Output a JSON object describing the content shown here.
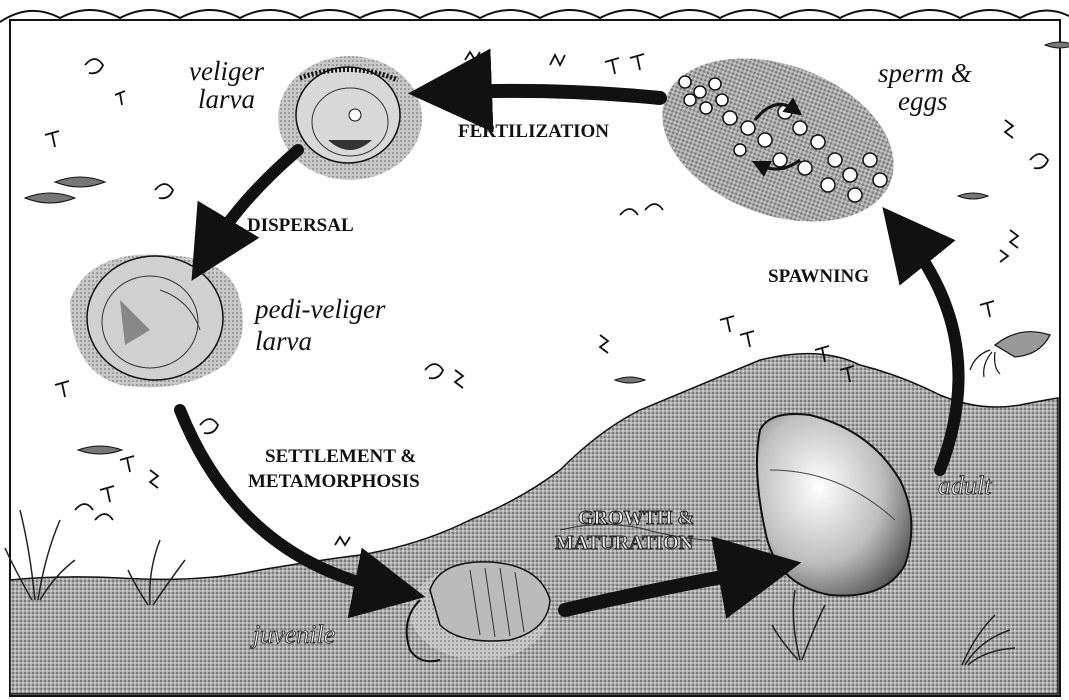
{
  "stages": {
    "veliger": [
      "veliger",
      "larva"
    ],
    "pedi_veliger": [
      "pedi-veliger",
      "larva"
    ],
    "sperm_eggs": [
      "sperm &",
      "eggs"
    ],
    "adult": "adult",
    "juvenile": "juvenile"
  },
  "processes": {
    "fertilization": "FERTILIZATION",
    "dispersal": "DISPERSAL",
    "settlement": [
      "SETTLEMENT &",
      "METAMORPHOSIS"
    ],
    "growth": [
      "GROWTH &",
      "MATURATION"
    ],
    "spawning": "SPAWNING"
  },
  "colors": {
    "ink": "#111111",
    "sediment": "#9a9a9a",
    "stage_shadow": "#b5b5b5",
    "water": "#ffffff"
  },
  "icons": [
    "plankton-icon",
    "fish-icon",
    "squid-icon",
    "seagrass-icon"
  ]
}
